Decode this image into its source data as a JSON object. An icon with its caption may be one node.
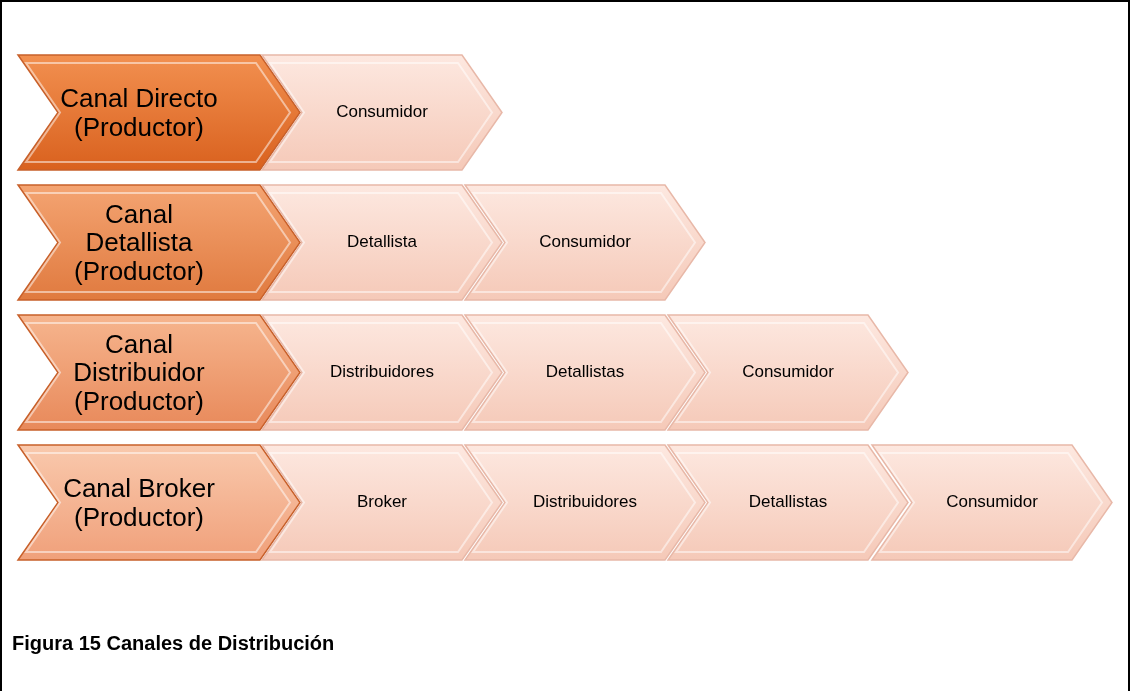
{
  "diagram": {
    "caption": "Figura 15 Canales de Distribución",
    "nodes": [
      {
        "text": [
          "Canal Directo (Productor)"
        ]
      },
      {
        "text": [
          "Consumidor"
        ]
      },
      {
        "text": [
          "Canal Detallista (Productor)"
        ]
      },
      {
        "text": [
          "Detallista"
        ]
      },
      {
        "text": [
          "Consumidor"
        ]
      },
      {
        "text": [
          "Canal Distribuidor (Productor)"
        ]
      },
      {
        "text": [
          "Distribuidores"
        ]
      },
      {
        "text": [
          "Detallistas"
        ]
      },
      {
        "text": [
          "Consumidor"
        ]
      },
      {
        "text": [
          "Canal Broker (Productor)"
        ]
      },
      {
        "text": [
          "Broker"
        ]
      },
      {
        "text": [
          "Distribuidores"
        ]
      },
      {
        "text": [
          "Detallistas"
        ]
      },
      {
        "text": [
          "Consumidor"
        ]
      }
    ]
  }
}
